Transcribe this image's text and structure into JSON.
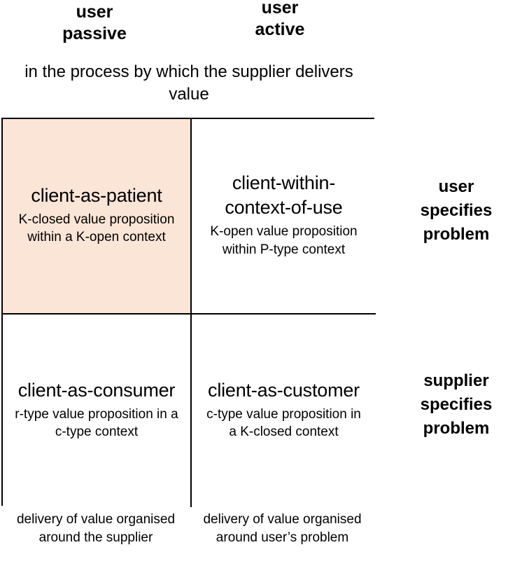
{
  "columns": {
    "left_header": "user\npassive",
    "right_header": "user\nactive",
    "left_header_line1": "user",
    "left_header_line2": "passive",
    "right_header_line1": "user",
    "right_header_line2": "active"
  },
  "subtitle": "in the process by which the supplier delivers value",
  "rows": {
    "top_label_line1": "user",
    "top_label_line2": "specifies",
    "top_label_line3": "problem",
    "bottom_label_line1": "supplier",
    "bottom_label_line2": "specifies",
    "bottom_label_line3": "problem"
  },
  "quadrants": [
    {
      "id": "client-as-patient",
      "position": "top-left",
      "title": "client-as-patient",
      "description": "K-closed value proposition within a K-open context",
      "highlighted": true,
      "background": "#FBE5D6"
    },
    {
      "id": "client-within-context-of-use",
      "position": "top-right",
      "title": "client-within-context-of-use",
      "description": "K-open value proposition within P-type context",
      "highlighted": false,
      "background": "#FFFFFF"
    },
    {
      "id": "client-as-consumer",
      "position": "bottom-left",
      "title": "client-as-consumer",
      "description": "r-type value proposition in a c-type context",
      "highlighted": false,
      "background": "#FFFFFF"
    },
    {
      "id": "client-as-customer",
      "position": "bottom-right",
      "title": "client-as-customer",
      "description": "c-type value proposition in a K-closed context",
      "highlighted": false,
      "background": "#FFFFFF"
    }
  ],
  "bottom_captions": {
    "left": "delivery of value organised around the supplier",
    "right": "delivery of value organised around user’s problem"
  },
  "colors": {
    "border": "#000000",
    "text": "#000000",
    "highlight": "#FBE5D6",
    "page_background": "#FFFFFF"
  }
}
